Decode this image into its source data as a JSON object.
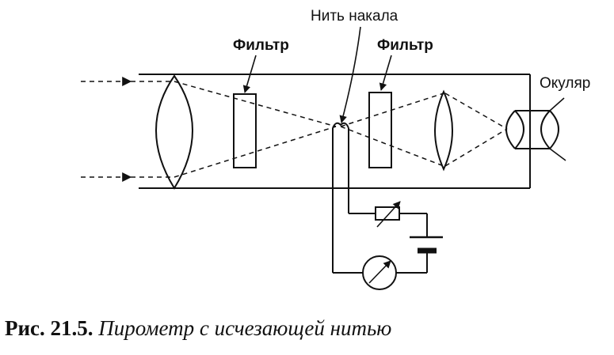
{
  "labels": {
    "filament": "Нить накала",
    "filter_left": "Фильтр",
    "filter_right": "Фильтр",
    "eyepiece": "Окуляр"
  },
  "caption": {
    "figure_number": "Рис. 21.5.",
    "title": "Пирометр с исчезающей нитью"
  },
  "icons": {
    "objective_lens": "biconvex-lens-icon",
    "eyepiece_lens": "biconvex-lens-icon",
    "filter": "rectangle-filter-icon",
    "variable_resistor": "rheostat-icon",
    "battery": "battery-icon",
    "meter": "ammeter-icon",
    "filament": "filament-loop-icon"
  }
}
